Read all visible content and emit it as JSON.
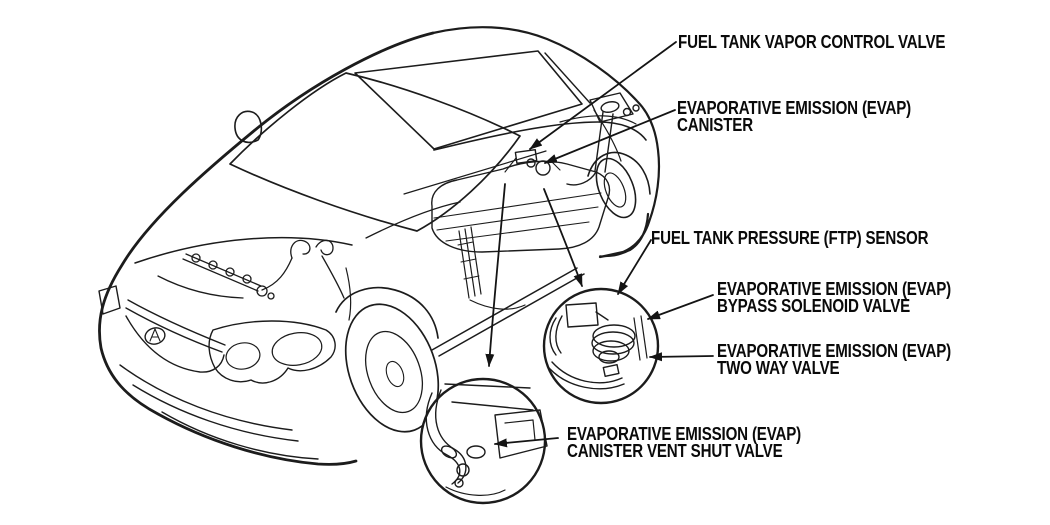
{
  "figure": {
    "background": "#ffffff",
    "ink": "#1c1c1c",
    "labels": {
      "vapor_control_valve": "FUEL TANK VAPOR CONTROL VALVE",
      "evap_canister": "EVAPORATIVE EMISSION (EVAP)\nCANISTER",
      "ftp_sensor": "FUEL TANK PRESSURE (FTP) SENSOR",
      "bypass_solenoid_valve": "EVAPORATIVE EMISSION (EVAP)\nBYPASS SOLENOID VALVE",
      "two_way_valve": "EVAPORATIVE EMISSION (EVAP)\nTWO WAY VALVE",
      "canister_vent_shut_valve": "EVAPORATIVE EMISSION (EVAP)\nCANISTER VENT SHUT VALVE"
    }
  }
}
